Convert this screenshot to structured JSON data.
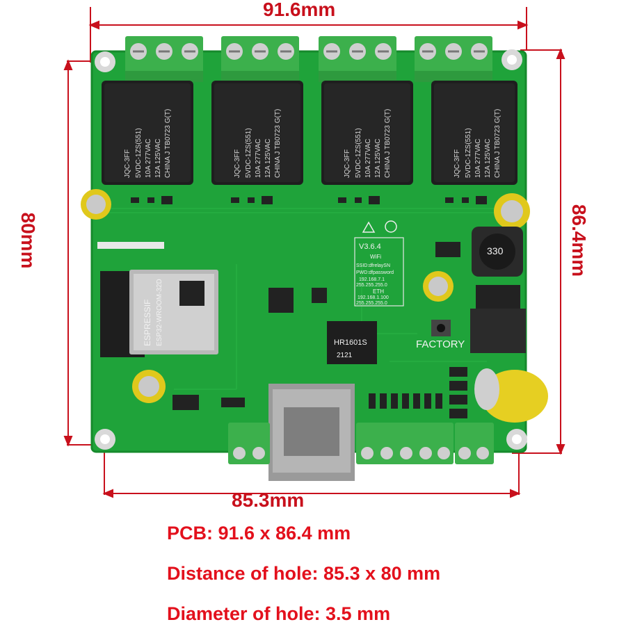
{
  "dimensions": {
    "top_width": "91.6mm",
    "bottom_width": "85.3mm",
    "left_height": "80mm",
    "right_height": "86.4mm"
  },
  "specs": {
    "pcb": "PCB: 91.6 x 86.4 mm",
    "hole_distance": "Distance of hole: 85.3 x 80 mm",
    "hole_diameter": "Diameter of hole: 3.5 mm"
  },
  "relay": {
    "brand": "JQC-3FF",
    "model": "5VDC-1ZS(551)",
    "rating_1": "10A 277VAC",
    "rating_2": "12A 125VAC",
    "origin": "CHINA J TB0723 G(T)"
  },
  "module": {
    "vendor": "ESPRESSIF",
    "part": "ESP32-WROOM-32D"
  },
  "board": {
    "version": "V3.6.4",
    "wifi_label": "WiFi",
    "ssid": "SSID:dfrelaySN",
    "pwd": "PWD:dfpassword",
    "ip1": "192.168.7.1",
    "mask1": "255.255.255.0",
    "eth_label": "ETH",
    "ip2": "192.168.1.100",
    "mask2": "255.255.255.0",
    "factory": "FACTORY",
    "transformer": "HR1601S",
    "date_code": "2121",
    "inductor": "330"
  },
  "colors": {
    "dimension_red": "#c8101c",
    "pcb_green": "#1fa33a",
    "terminal_green": "#3cb04c"
  }
}
